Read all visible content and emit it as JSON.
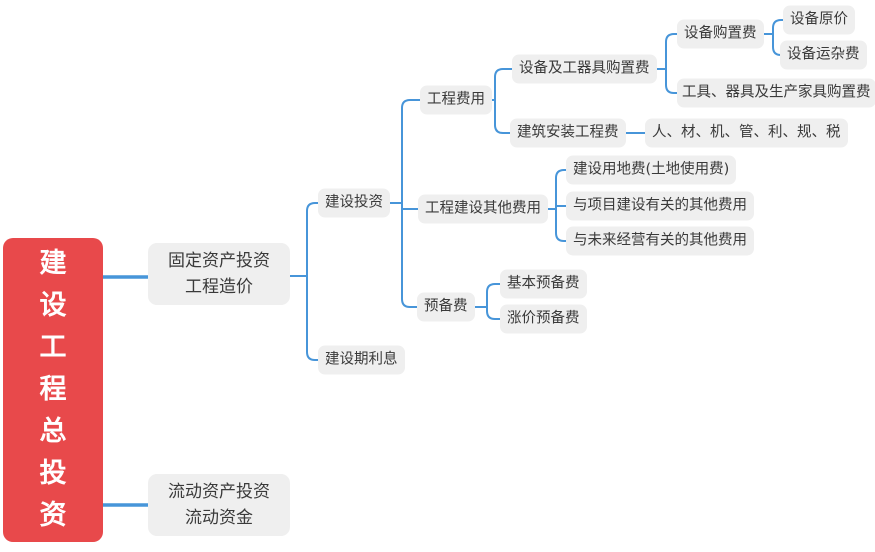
{
  "colors": {
    "root_bg": "#e8494b",
    "root_text": "#ffffff",
    "node_bg": "#efefef",
    "node_text": "#3a3a3a",
    "line": "#4795d9",
    "canvas_bg": "#ffffff"
  },
  "root": {
    "label": "建设工程总投资"
  },
  "nodes": {
    "fixed_asset_investment": {
      "label": "固定资产投资\n工程造价"
    },
    "current_asset_investment": {
      "label": "流动资产投资\n流动资金"
    },
    "construction_investment": {
      "label": "建设投资"
    },
    "construction_period_interest": {
      "label": "建设期利息"
    },
    "engineering_cost": {
      "label": "工程费用"
    },
    "equipment_and_tools_purchase_cost": {
      "label": "设备及工器具购置费"
    },
    "equipment_purchase_cost": {
      "label": "设备购置费"
    },
    "equipment_original_price": {
      "label": "设备原价"
    },
    "equipment_freight_cost": {
      "label": "设备运杂费"
    },
    "tools_appliances_furniture_purchase_cost": {
      "label": "工具、器具及生产家具购置费"
    },
    "construction_installation_cost": {
      "label": "建筑安装工程费"
    },
    "labor_material_machine_items": {
      "label": "人、材、机、管、利、规、税"
    },
    "other_engineering_construction_cost": {
      "label": "工程建设其他费用"
    },
    "land_use_fee": {
      "label": "建设用地费(土地使用费)"
    },
    "project_related_other_cost": {
      "label": "与项目建设有关的其他费用"
    },
    "future_operation_related_other_cost": {
      "label": "与未来经营有关的其他费用"
    },
    "reserve_fund": {
      "label": "预备费"
    },
    "basic_reserve_fund": {
      "label": "基本预备费"
    },
    "price_increase_reserve_fund": {
      "label": "涨价预备费"
    }
  }
}
